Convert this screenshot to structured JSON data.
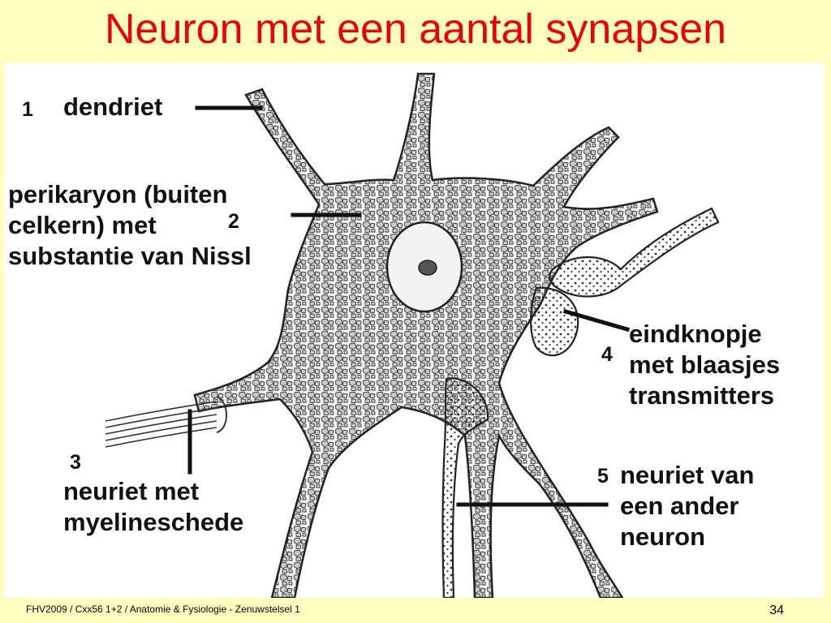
{
  "slide": {
    "title": "Neuron met een aantal synapsen",
    "footer": "FHV2009 / Cxx56 1+2 / Anatomie & Fysiologie - Zenuwstelsel 1",
    "page_number": "34"
  },
  "labels": {
    "dendriet": {
      "number": "1",
      "lines": [
        "dendriet"
      ]
    },
    "perikaryon": {
      "number": "2",
      "lines": [
        "perikaryon (buiten",
        "celkern) met",
        "substantie van Nissl"
      ]
    },
    "neuriet_myeline": {
      "number": "3",
      "lines": [
        "neuriet met",
        "myelineschede"
      ]
    },
    "eindknopje": {
      "number": "4",
      "lines": [
        "eindknopje",
        "met blaasjes",
        "transmitters"
      ]
    },
    "neuriet_ander": {
      "number": "5",
      "lines": [
        "neuriet van",
        "een ander",
        "neuron"
      ]
    }
  },
  "colors": {
    "title": "#e8000b",
    "slide_background": "#ffffc0",
    "figure_background": "#ffffff",
    "ink": "#111111"
  }
}
